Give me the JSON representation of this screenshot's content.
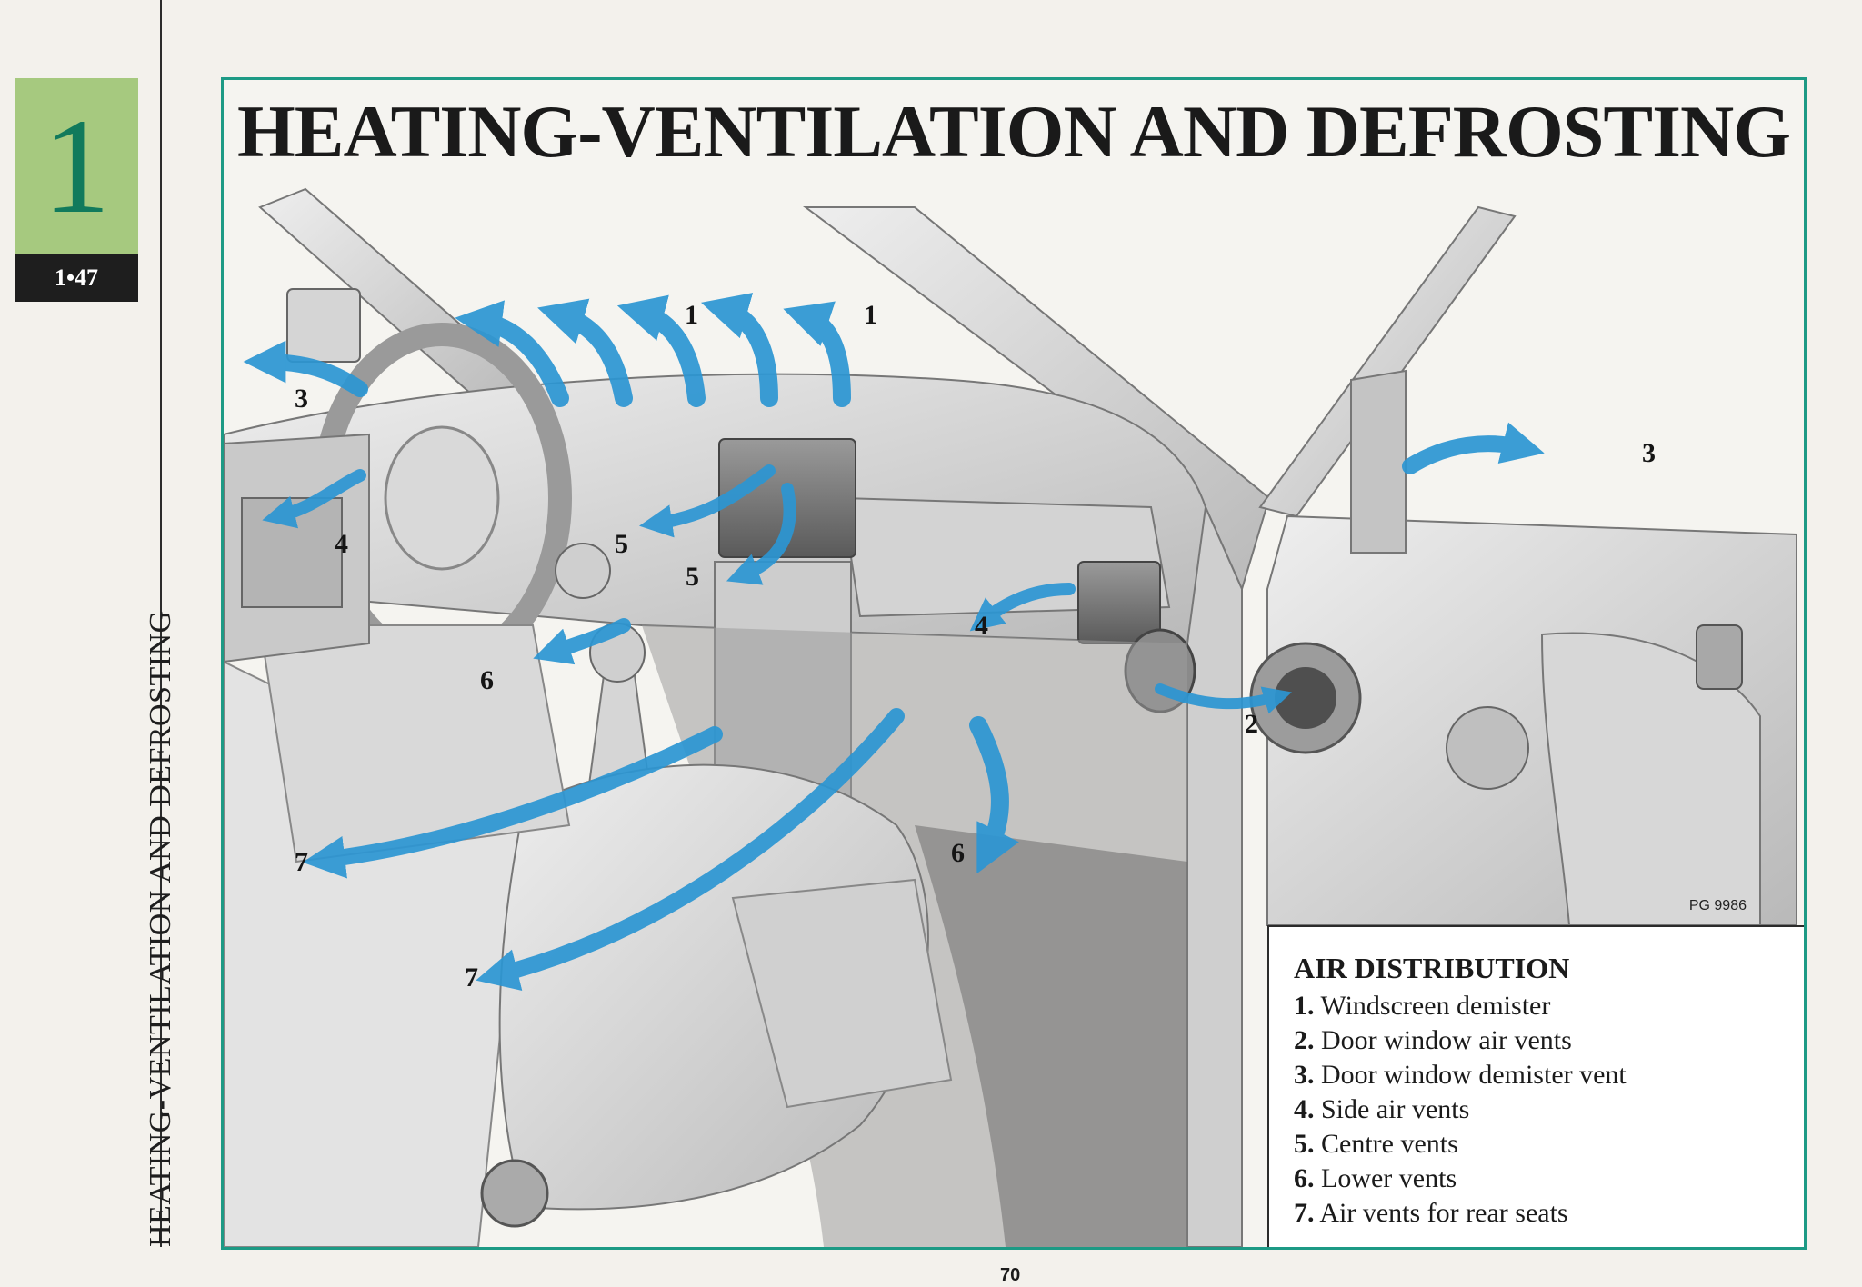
{
  "chapter": {
    "number": "1",
    "section_ref": "1•47"
  },
  "side_title": "HEATING-VENTILATION AND DEFROSTING",
  "title": "HEATING-VENTILATION AND DEFROSTING",
  "figure": {
    "callouts": [
      "1",
      "1",
      "3",
      "3",
      "4",
      "5",
      "5",
      "4",
      "2",
      "6",
      "6",
      "7",
      "7"
    ],
    "reference": "PG 9986"
  },
  "legend": {
    "title": "AIR DISTRIBUTION",
    "items": [
      {
        "num": "1.",
        "text": "Windscreen demister"
      },
      {
        "num": "2.",
        "text": "Door window air vents"
      },
      {
        "num": "3.",
        "text": "Door window demister vent"
      },
      {
        "num": "4.",
        "text": "Side air vents"
      },
      {
        "num": "5.",
        "text": "Centre vents"
      },
      {
        "num": "6.",
        "text": "Lower vents"
      },
      {
        "num": "7.",
        "text": "Air vents for rear seats"
      }
    ]
  },
  "page_number": "70",
  "colors": {
    "frame": "#1d9a85",
    "tab_green": "#a6c97f",
    "tab_number": "#117a5c",
    "airflow": "#2c96d3"
  }
}
